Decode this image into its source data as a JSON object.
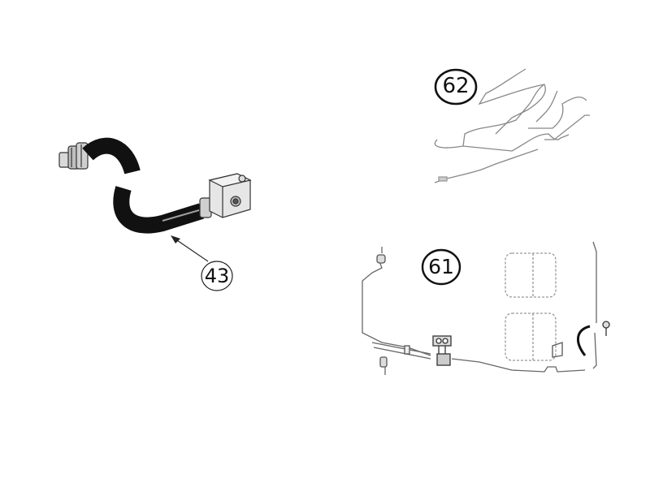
{
  "diagram": {
    "type": "exploded parts illustration",
    "background": "#ffffff",
    "parts": [
      {
        "number": "43",
        "description": "rubber hose with threaded fitting and block connector",
        "callout_style": "thin circle with leader arrow"
      },
      {
        "number": "62",
        "description": "set of bent metal lines",
        "callout_style": "bold circle"
      },
      {
        "number": "61",
        "description": "line assembly with distribution block, lines, and reference outlines",
        "callout_style": "bold circle"
      }
    ]
  }
}
